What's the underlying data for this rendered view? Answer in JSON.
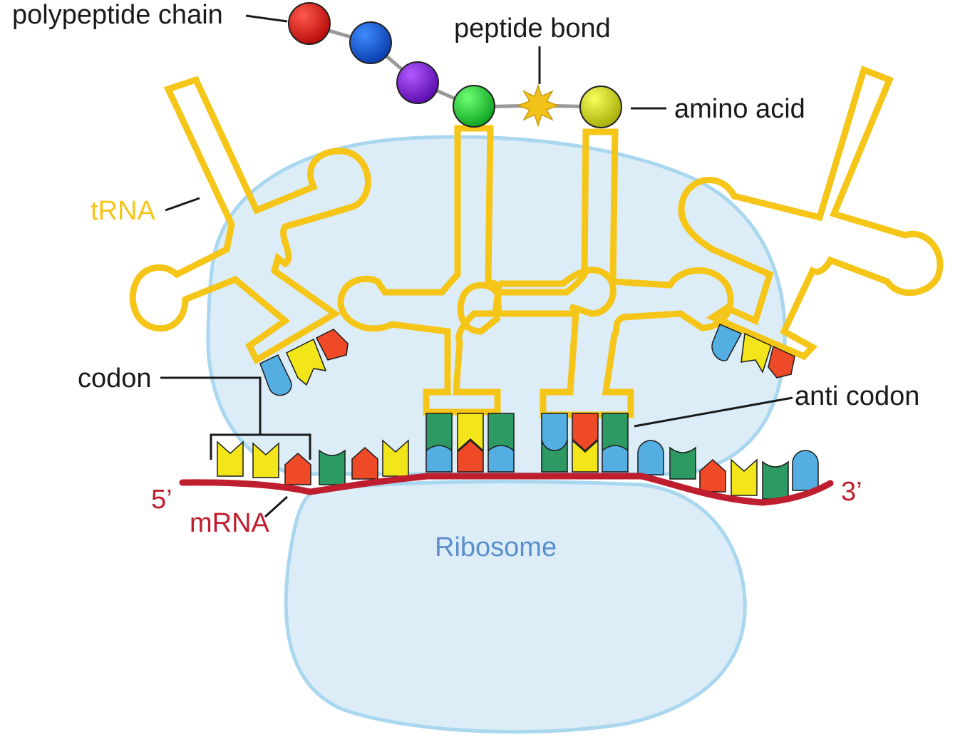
{
  "labels": {
    "polypeptide_chain": "polypeptide chain",
    "peptide_bond": "peptide bond",
    "amino_acid": "amino acid",
    "trna": "tRNA",
    "codon": "codon",
    "anti_codon": "anti codon",
    "five_prime": "5’",
    "three_prime": "3’",
    "mrna": "mRNA",
    "ribosome": "Ribosome"
  },
  "colors": {
    "ribosome_fill": "#dcedf8",
    "ribosome_stroke": "#a9d7ef",
    "trna": "#f5c518",
    "mrna": "#bf1e2e",
    "base_yellow": "#f2e61a",
    "base_red": "#ee4a27",
    "base_green": "#2e9a63",
    "base_blue": "#55aee2",
    "label_red": "#bf1e2e",
    "label_blue": "#5b8fcc",
    "label_yellow": "#f5c518",
    "amino_red": "#e21d1d",
    "amino_blue": "#1b5fdc",
    "amino_purple": "#8a1ed8",
    "amino_green": "#22d23a",
    "amino_yellow": "#d4df17"
  },
  "mrna_bases": [
    "yellow",
    "yellow",
    "red",
    "green",
    "red",
    "yellow",
    "blue",
    "red",
    "blue",
    "green",
    "yellow",
    "blue",
    "blue",
    "green",
    "red",
    "yellow",
    "green",
    "blue"
  ],
  "anticodon_bases": [
    "green",
    "yellow",
    "green",
    "blue",
    "red",
    "green"
  ]
}
